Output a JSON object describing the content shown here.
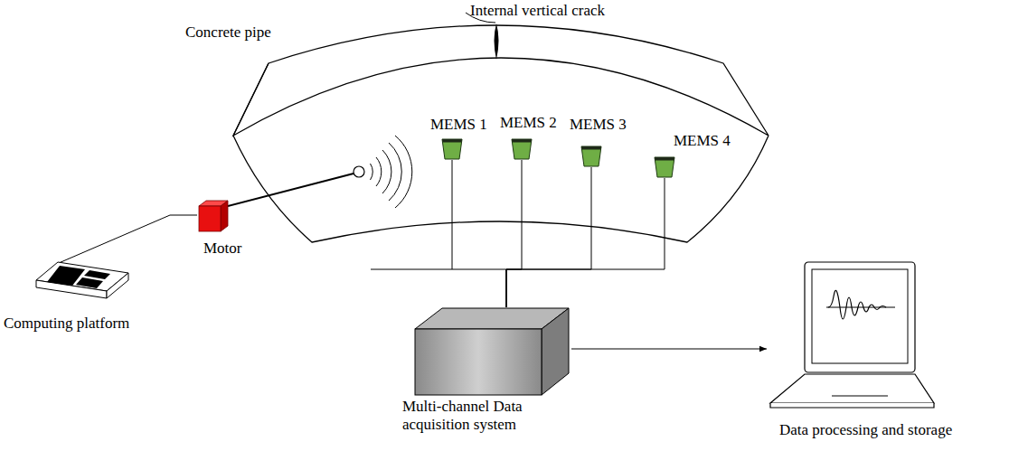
{
  "diagram": {
    "nodes": [
      {
        "text": [
          "Concrete pipe"
        ]
      },
      {
        "text": [
          "MEMS 1"
        ],
        "in": 0
      },
      {
        "text": [
          "MEMS 2"
        ],
        "in": 0
      },
      {
        "text": [
          "MEMS 3"
        ],
        "in": 0
      },
      {
        "text": [
          "MEMS 4"
        ],
        "in": 0
      },
      {
        "text": [
          "Motor"
        ]
      },
      {
        "text": [
          "Computing platform"
        ]
      },
      {
        "text": [
          "Multi-channel Data acquisition system"
        ]
      },
      {
        "text": [
          "Data processing and storage"
        ]
      }
    ],
    "edges": [
      {
        "from": 6,
        "to": 5,
        "arrow": "none"
      },
      {
        "from": 1,
        "to": 7,
        "arrow": "none"
      },
      {
        "from": 2,
        "to": 7,
        "arrow": "none"
      },
      {
        "from": 3,
        "to": 7,
        "arrow": "none"
      },
      {
        "from": 4,
        "to": 7,
        "arrow": "none"
      },
      {
        "from": 7,
        "to": 8,
        "arrow": "to"
      }
    ],
    "labels": [
      "Internal vertical crack"
    ]
  }
}
